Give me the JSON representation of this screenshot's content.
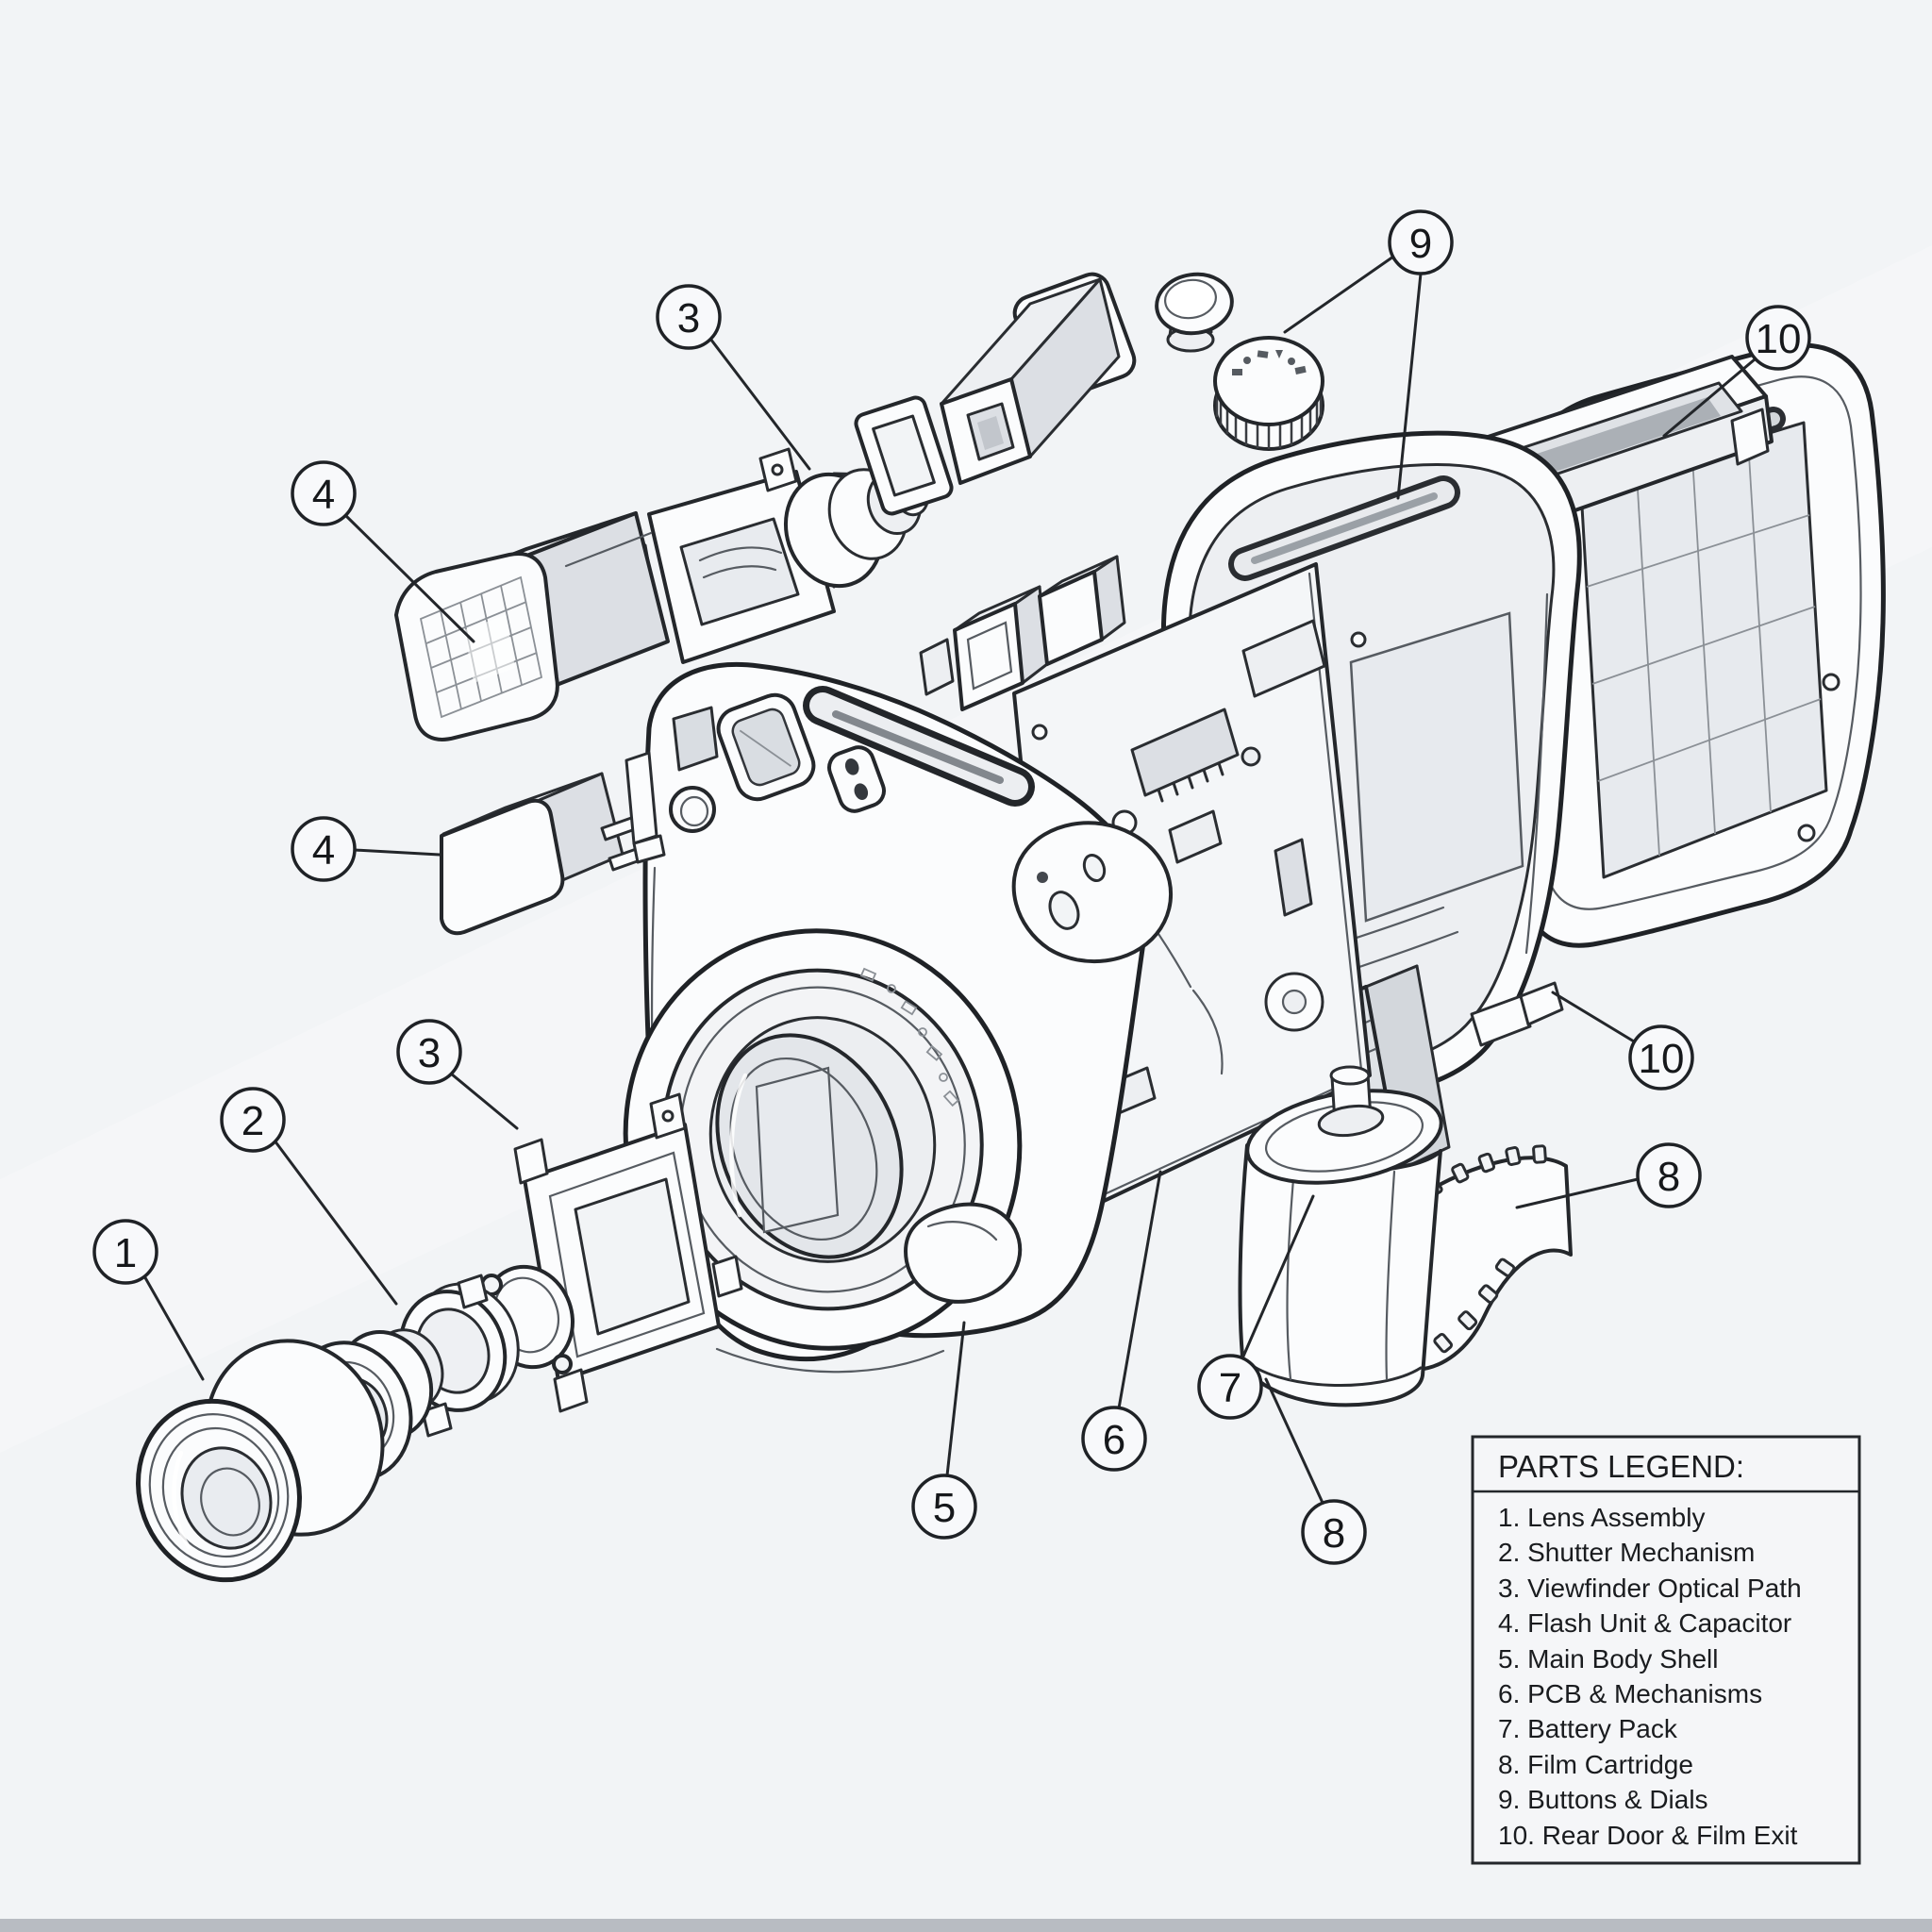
{
  "legend": {
    "title": "PARTS LEGEND:",
    "items": [
      "1. Lens Assembly",
      "2. Shutter Mechanism",
      "3. Viewfinder Optical Path",
      "4. Flash Unit & Capacitor",
      "5. Main Body Shell",
      "6. PCB & Mechanisms",
      "7. Battery Pack",
      "8. Film Cartridge",
      "9. Buttons & Dials",
      "10. Rear Door & Film Exit"
    ]
  },
  "callouts": [
    {
      "number": "1",
      "part": "lens-assembly"
    },
    {
      "number": "2",
      "part": "shutter-mechanism"
    },
    {
      "number": "3",
      "part": "viewfinder-optical-path"
    },
    {
      "number": "3",
      "part": "viewfinder-shutter-plate"
    },
    {
      "number": "4",
      "part": "flash-unit"
    },
    {
      "number": "4",
      "part": "flash-capacitor"
    },
    {
      "number": "5",
      "part": "main-body-shell"
    },
    {
      "number": "6",
      "part": "pcb-mechanisms"
    },
    {
      "number": "7",
      "part": "battery-pack"
    },
    {
      "number": "8",
      "part": "film-cartridge"
    },
    {
      "number": "8",
      "part": "film-cartridge"
    },
    {
      "number": "9",
      "part": "buttons-dials"
    },
    {
      "number": "10",
      "part": "rear-door-film-exit"
    },
    {
      "number": "10",
      "part": "rear-door-film-exit"
    }
  ],
  "colors": {
    "background": "#f2f4f6",
    "line": "#1f2226",
    "line_soft": "#565b61",
    "fill_white": "#fbfcfd",
    "fill_mid": "#edeff2",
    "fill_shadow": "#dcdfe4",
    "legend_bg": "#f5f6f8",
    "footer_strip": "#b8bcc2"
  }
}
